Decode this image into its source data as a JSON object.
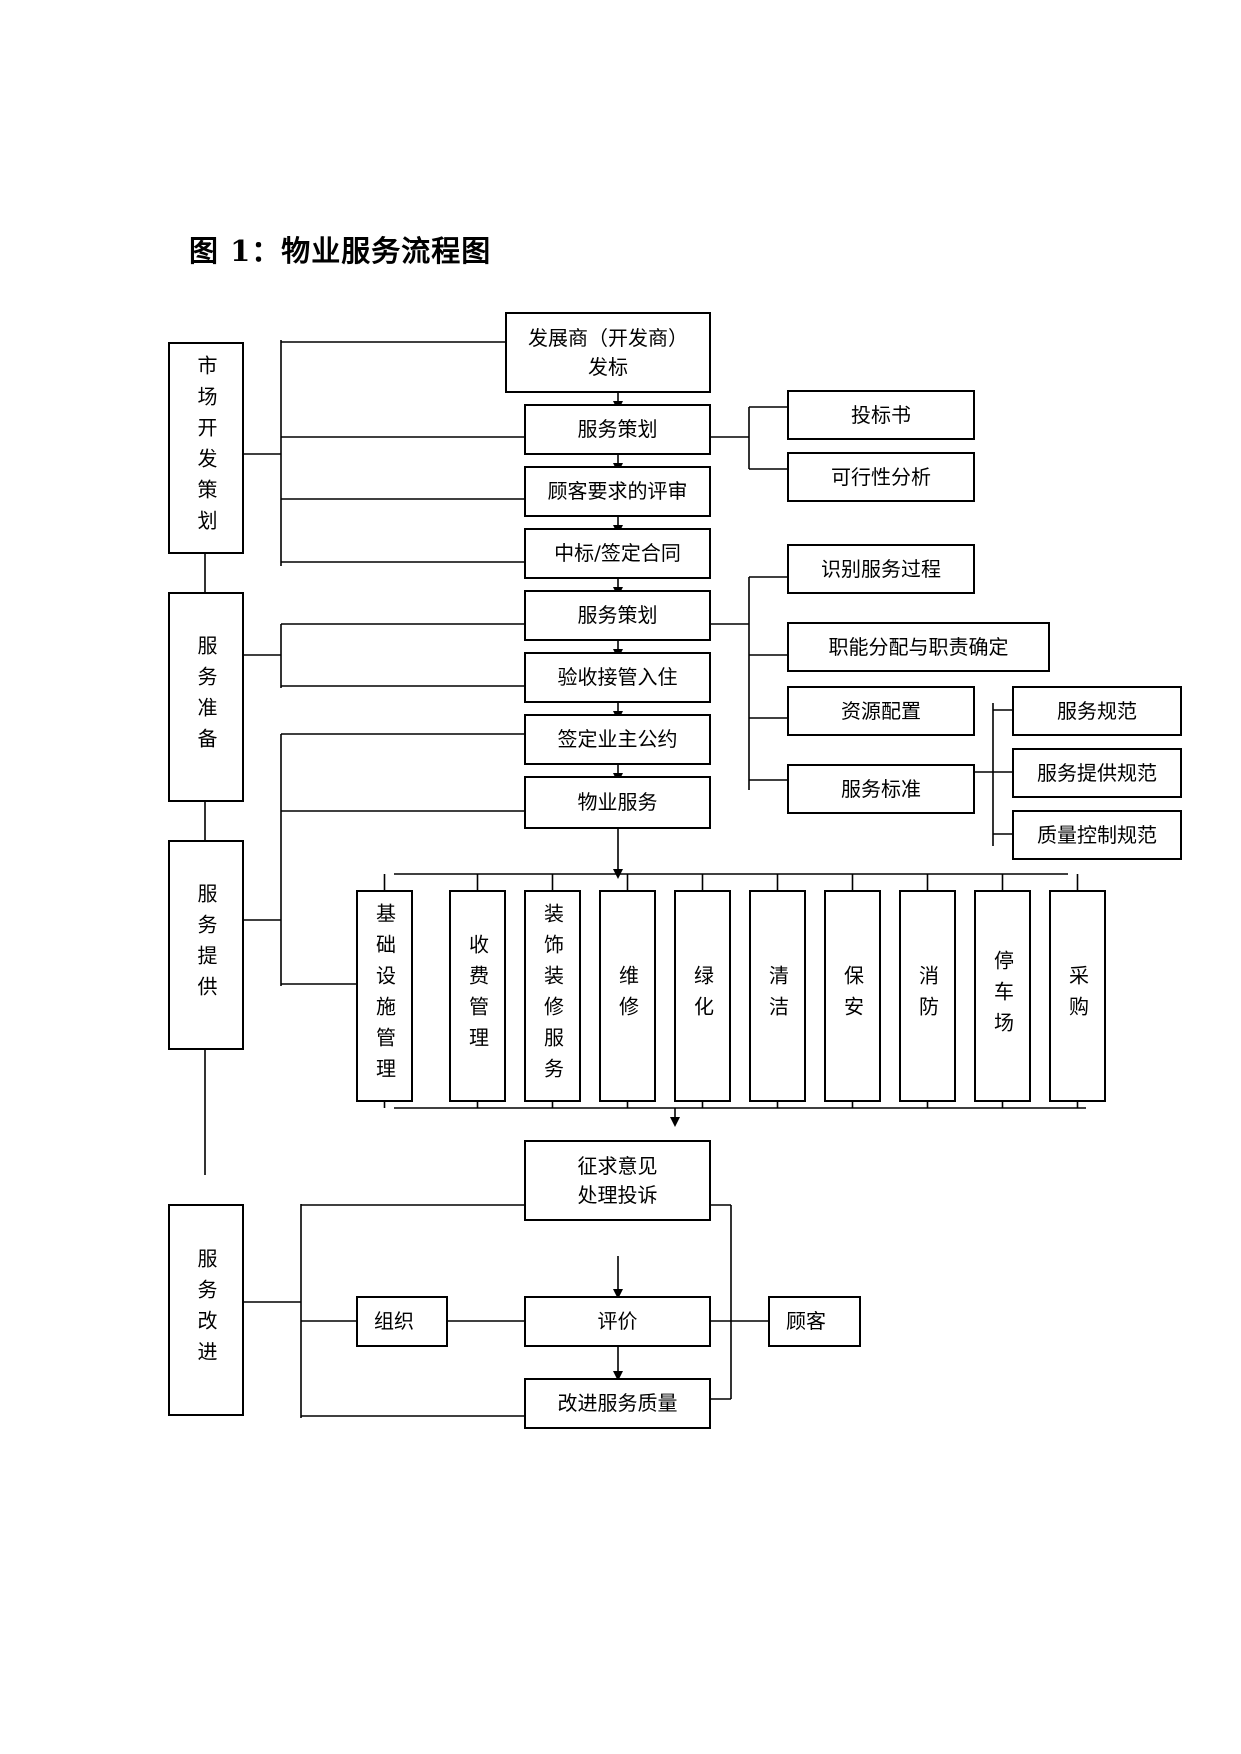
{
  "title": "图 1：物业服务流程图",
  "phases": {
    "market": "市场开发策划",
    "prepare": "服务准备",
    "provide": "服务提供",
    "improve": "服务改进"
  },
  "flow": {
    "developer_line1": "发展商（开发商）",
    "developer_line2": "发标",
    "plan1": "服务策划",
    "review": "顾客要求的评审",
    "contract": "中标/签定合同",
    "plan2": "服务策划",
    "acceptance": "验收接管入住",
    "owners_pact": "签定业主公约",
    "property_service": "物业服务"
  },
  "plan1_outputs": {
    "bid": "投标书",
    "feasibility": "可行性分析"
  },
  "plan2_outputs": {
    "identify": "识别服务过程",
    "duties": "职能分配与职责确定",
    "resources": "资源配置",
    "standard": "服务标准"
  },
  "standards": {
    "spec": "服务规范",
    "delivery": "服务提供规范",
    "qc": "质量控制规范"
  },
  "services": [
    "基础设施管理",
    "收费管理",
    "装饰装修服务",
    "维修",
    "绿化",
    "清洁",
    "保安",
    "消防",
    "停车场",
    "采购"
  ],
  "improve": {
    "feedback_line1": "征求意见",
    "feedback_line2": "处理投诉",
    "evaluate": "评价",
    "organization": "组织",
    "customer": "顾客",
    "quality": "改进服务质量"
  }
}
